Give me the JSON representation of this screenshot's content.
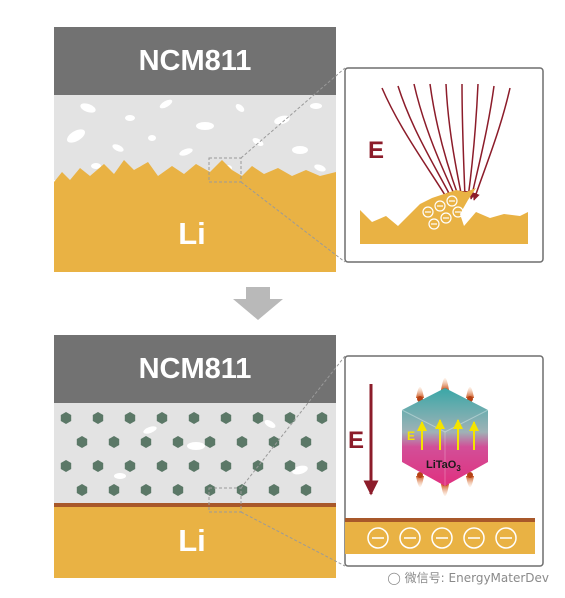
{
  "top_panel": {
    "cathode_label": "NCM811",
    "anode_label": "Li"
  },
  "top_inset": {
    "field_label": "E"
  },
  "bottom_panel": {
    "cathode_label": "NCM811",
    "anode_label": "Li"
  },
  "bottom_inset": {
    "field_label": "E",
    "crystal_field_label": "E",
    "crystal_label": "LiTaO",
    "crystal_subscript": "3"
  },
  "watermark": {
    "text": "微信号: EnergyMaterDev",
    "icon": "wechat-icon"
  },
  "colors": {
    "cathode_gray": "#727272",
    "electrolyte": "#e3e3e3",
    "lithium": "#e9b244",
    "field_arrow": "#8c1c2a",
    "particle_hex": "#5b7867",
    "sei_layer": "#a8582a",
    "process_arrow": "#b9b9b9"
  }
}
